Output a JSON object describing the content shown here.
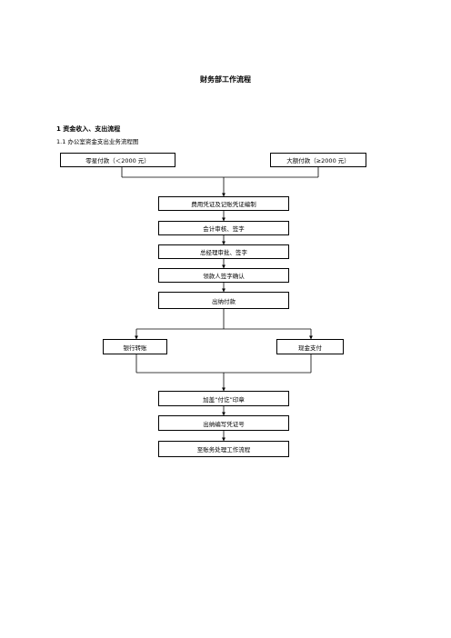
{
  "document": {
    "title": "财务部工作流程",
    "section_heading": "1 资金收入、支出流程",
    "subsection_heading": "1.1 办公室资金支出业务流程图"
  },
  "flowchart": {
    "inputs": {
      "small_payment": "零星付款（＜2000 元）",
      "large_payment": "大额付款（≥2000 元）"
    },
    "steps": [
      "费用凭证及记账凭证编制",
      "会计审核、签字",
      "总经理审批、签字",
      "领款人签字确认",
      "出纳付款"
    ],
    "branches": {
      "bank_transfer": "银行转账",
      "cash_payment": "现金支付"
    },
    "final_steps": [
      "加盖“付讫”印章",
      "出纳编写凭证号",
      "至账务处理工作流程"
    ]
  }
}
